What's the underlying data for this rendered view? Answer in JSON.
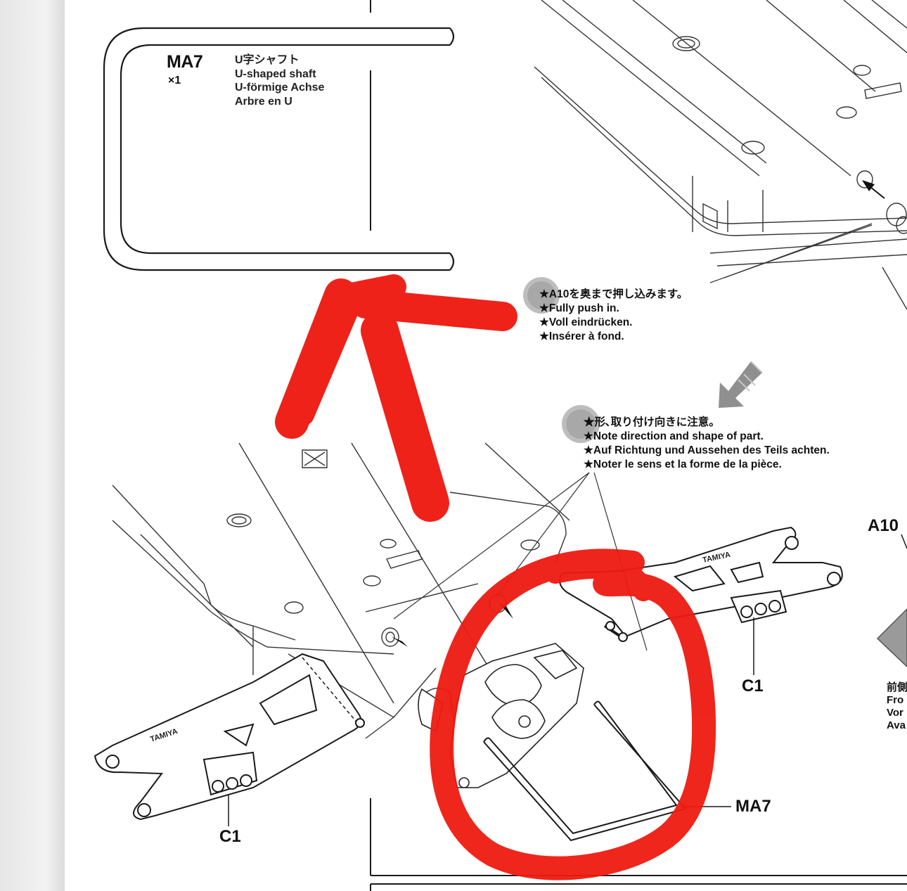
{
  "part": {
    "code": "MA7",
    "quantity": "×1",
    "names": [
      "U字シャフト",
      "U-shaped shaft",
      "U-förmige Achse",
      "Arbre en U"
    ]
  },
  "notes": {
    "push_in": [
      "★A10を奥まで押し込みます。",
      "★Fully push in.",
      "★Voll eindrücken.",
      "★Insérer à fond."
    ],
    "direction": [
      "★形､取り付け向きに注意。",
      "★Note direction and shape of part.",
      "★Auf Richtung und Aussehen des Teils achten.",
      "★Noter le sens et la forme de la pièce."
    ]
  },
  "callouts": {
    "a10": "A10",
    "c1_right": "C1",
    "c1_left": "C1",
    "ma7": "MA7"
  },
  "front_label": [
    "前側",
    "Fro",
    "Vor",
    "Ava"
  ],
  "brand_arm": "TAMIYA",
  "colors": {
    "annotation_red": "#ee1a10",
    "line": "#1a1a1a",
    "arrow_gray": "#8f8f8f"
  }
}
